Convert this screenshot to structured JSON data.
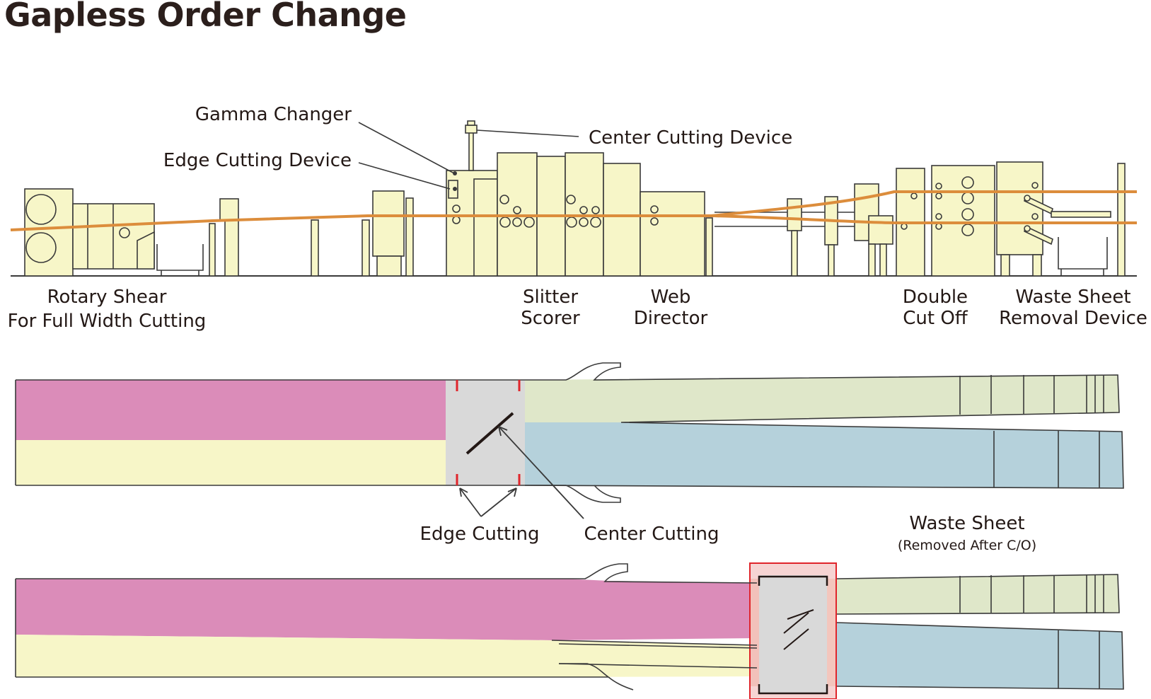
{
  "title": "Gapless Order Change",
  "callouts": {
    "gamma_changer": "Gamma Changer",
    "edge_cutting_device": "Edge Cutting Device",
    "center_cutting_device": "Center Cutting Device"
  },
  "machines": {
    "rotary_shear_1": "Rotary Shear",
    "rotary_shear_2": "For Full Width Cutting",
    "slitter_1": "Slitter",
    "slitter_2": "Scorer",
    "web_1": "Web",
    "web_2": "Director",
    "double_1": "Double",
    "double_2": "Cut Off",
    "waste_1": "Waste Sheet",
    "waste_2": "Removal Device"
  },
  "web_labels": {
    "edge_cutting": "Edge Cutting",
    "center_cutting": "Center Cutting",
    "waste_sheet": "Waste Sheet",
    "waste_sheet_note": "(Removed After C/O)"
  },
  "colors": {
    "machine_fill": "#f7f6c8",
    "paper_web_line": "#dc8d3c",
    "old_order_top": "#db8cb9",
    "old_order_bottom": "#f7f6c8",
    "new_order_top": "#dfe7c9",
    "new_order_bottom": "#b5d1db",
    "cutting_zone": "#d9d9d9",
    "cut_mark": "#e0252b",
    "waste_highlight": "#f3c6c4"
  }
}
